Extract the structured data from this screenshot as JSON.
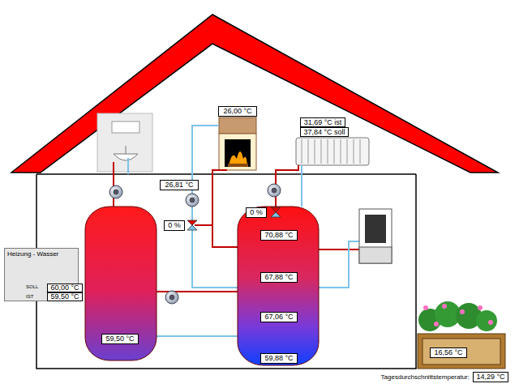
{
  "diagram": {
    "nodes": [
      {
        "text": [
          "26,00 °C"
        ]
      },
      {
        "text": [
          "31,69 °C ist"
        ]
      },
      {
        "text": [
          "37,84 °C soll"
        ]
      },
      {
        "text": [
          "26,81 °C"
        ]
      },
      {
        "text": [
          "0 %"
        ]
      },
      {
        "text": [
          "0 %"
        ]
      },
      {
        "text": [
          "70,88 °C"
        ]
      },
      {
        "text": [
          "Heizung - Wasser"
        ]
      },
      {
        "text": [
          "60,00 °C"
        ],
        "in": 7
      },
      {
        "text": [
          "59,50 °C"
        ],
        "in": 7
      },
      {
        "text": [
          "67,88 °C"
        ]
      },
      {
        "text": [
          "67,06 °C"
        ]
      },
      {
        "text": [
          "59,50 °C"
        ]
      },
      {
        "text": [
          "16,56 °C"
        ]
      },
      {
        "text": [
          "59,88 °C"
        ]
      },
      {
        "text": [
          "14,29 °C"
        ]
      }
    ],
    "labels": [
      "SOLL",
      "IST",
      "Tagesdurchschnittstemperatur:"
    ]
  }
}
